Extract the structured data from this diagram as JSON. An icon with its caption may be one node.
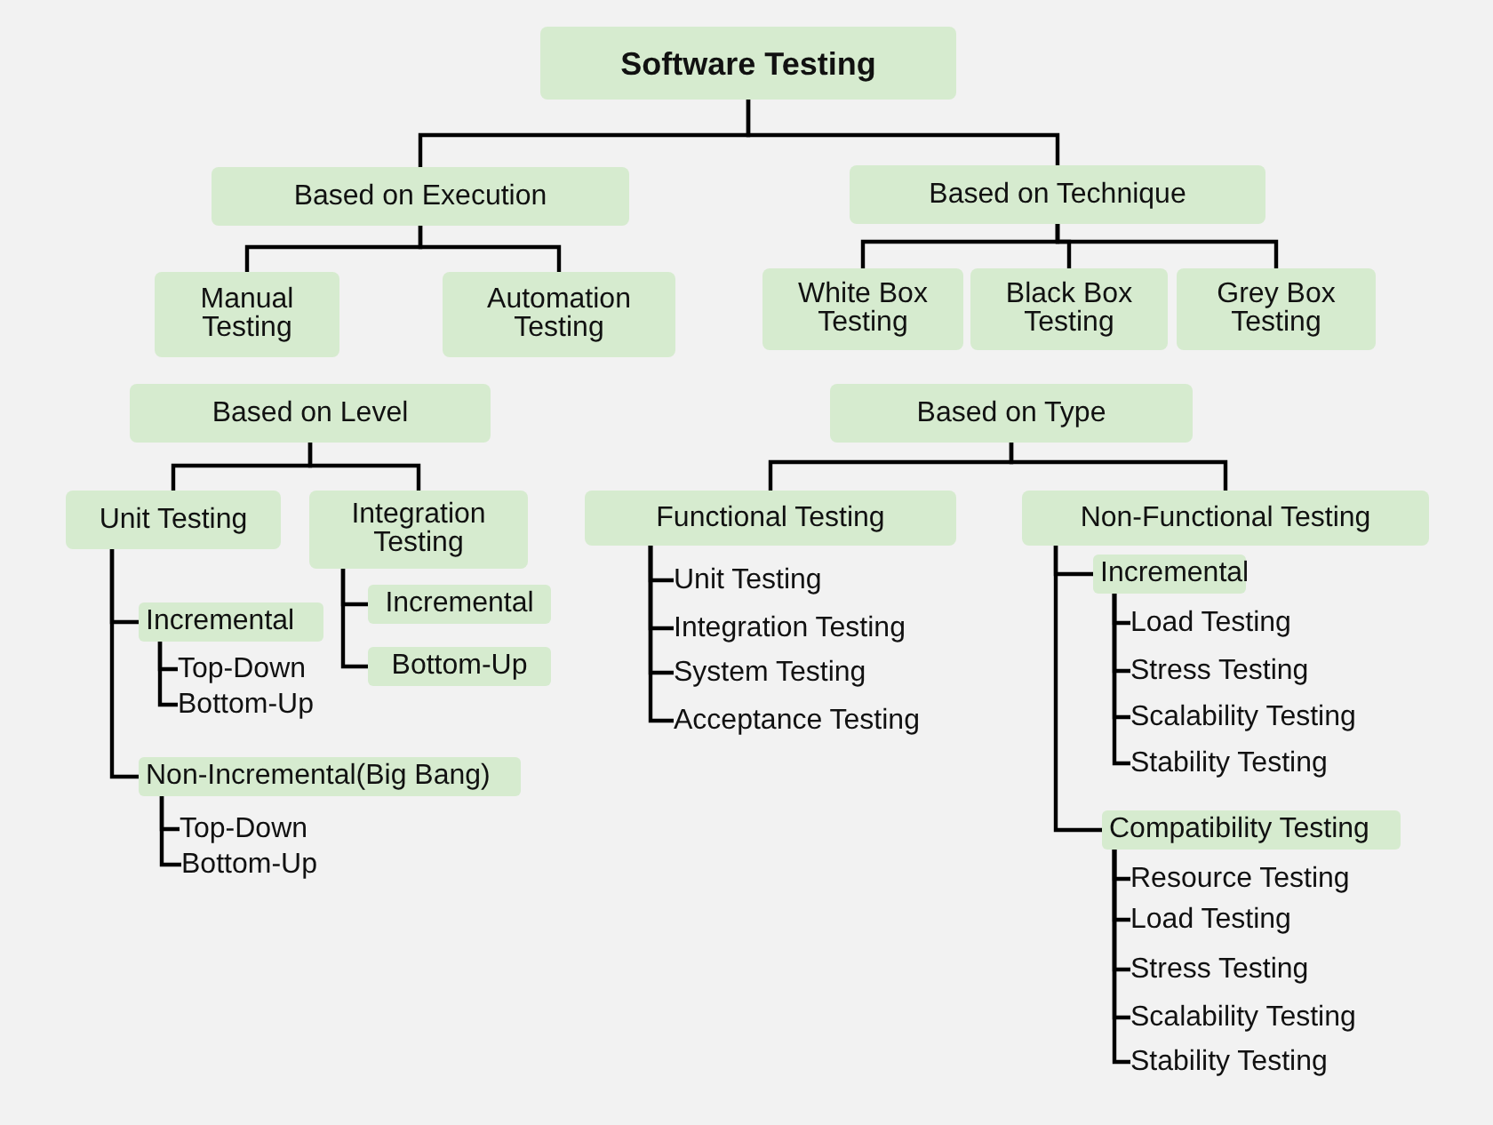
{
  "diagram": {
    "nodes": [
      {
        "text": [
          "Software Testing"
        ]
      },
      {
        "text": [
          "Based on Execution"
        ]
      },
      {
        "text": [
          "Based on Technique"
        ]
      },
      {
        "text": [
          "Manual Testing"
        ]
      },
      {
        "text": [
          "Automation Testing"
        ]
      },
      {
        "text": [
          "White Box Testing"
        ]
      },
      {
        "text": [
          "Black Box Testing"
        ]
      },
      {
        "text": [
          "Grey Box Testing"
        ]
      },
      {
        "text": [
          "Based on Level"
        ]
      },
      {
        "text": [
          "Based on Type"
        ]
      },
      {
        "text": [
          "Unit Testing"
        ]
      },
      {
        "text": [
          "Integration Testing"
        ]
      },
      {
        "text": [
          "Functional Testing"
        ]
      },
      {
        "text": [
          "Non-Functional Testing"
        ]
      },
      {
        "text": [
          "Incremental"
        ]
      },
      {
        "text": [
          "Top-Down"
        ]
      },
      {
        "text": [
          "Bottom-Up"
        ]
      },
      {
        "text": [
          "Non-Incremental(Big Bang)"
        ]
      },
      {
        "text": [
          "Top-Down"
        ]
      },
      {
        "text": [
          "Bottom-Up"
        ]
      },
      {
        "text": [
          "Incremental"
        ]
      },
      {
        "text": [
          "Bottom-Up"
        ]
      },
      {
        "text": [
          "Unit Testing"
        ]
      },
      {
        "text": [
          "Integration Testing"
        ]
      },
      {
        "text": [
          "System Testing"
        ]
      },
      {
        "text": [
          "Acceptance Testing"
        ]
      },
      {
        "text": [
          "Incremental"
        ]
      },
      {
        "text": [
          "Load Testing"
        ]
      },
      {
        "text": [
          "Stress Testing"
        ]
      },
      {
        "text": [
          "Scalability Testing"
        ]
      },
      {
        "text": [
          "Stability Testing"
        ]
      },
      {
        "text": [
          "Compatibility Testing"
        ]
      },
      {
        "text": [
          "Resource Testing"
        ]
      },
      {
        "text": [
          "Load Testing"
        ]
      },
      {
        "text": [
          "Stress Testing"
        ]
      },
      {
        "text": [
          "Scalability Testing"
        ]
      },
      {
        "text": [
          "Stability Testing"
        ]
      }
    ],
    "edges": [
      {
        "from": 0,
        "to": 1,
        "arrow": "none"
      },
      {
        "from": 0,
        "to": 2,
        "arrow": "none"
      },
      {
        "from": 1,
        "to": 3,
        "arrow": "none"
      },
      {
        "from": 1,
        "to": 4,
        "arrow": "none"
      },
      {
        "from": 2,
        "to": 5,
        "arrow": "none"
      },
      {
        "from": 2,
        "to": 6,
        "arrow": "none"
      },
      {
        "from": 2,
        "to": 7,
        "arrow": "none"
      },
      {
        "from": 8,
        "to": 10,
        "arrow": "none"
      },
      {
        "from": 8,
        "to": 11,
        "arrow": "none"
      },
      {
        "from": 9,
        "to": 12,
        "arrow": "none"
      },
      {
        "from": 9,
        "to": 13,
        "arrow": "none"
      },
      {
        "from": 10,
        "to": 14,
        "arrow": "none"
      },
      {
        "from": 10,
        "to": 17,
        "arrow": "none"
      },
      {
        "from": 14,
        "to": 15,
        "arrow": "none"
      },
      {
        "from": 14,
        "to": 16,
        "arrow": "none"
      },
      {
        "from": 17,
        "to": 18,
        "arrow": "none"
      },
      {
        "from": 17,
        "to": 19,
        "arrow": "none"
      },
      {
        "from": 11,
        "to": 20,
        "arrow": "none"
      },
      {
        "from": 11,
        "to": 21,
        "arrow": "none"
      },
      {
        "from": 12,
        "to": 22,
        "arrow": "none"
      },
      {
        "from": 12,
        "to": 23,
        "arrow": "none"
      },
      {
        "from": 12,
        "to": 24,
        "arrow": "none"
      },
      {
        "from": 12,
        "to": 25,
        "arrow": "none"
      },
      {
        "from": 13,
        "to": 26,
        "arrow": "none"
      },
      {
        "from": 13,
        "to": 31,
        "arrow": "none"
      },
      {
        "from": 26,
        "to": 27,
        "arrow": "none"
      },
      {
        "from": 26,
        "to": 28,
        "arrow": "none"
      },
      {
        "from": 26,
        "to": 29,
        "arrow": "none"
      },
      {
        "from": 26,
        "to": 30,
        "arrow": "none"
      },
      {
        "from": 31,
        "to": 32,
        "arrow": "none"
      },
      {
        "from": 31,
        "to": 33,
        "arrow": "none"
      },
      {
        "from": 31,
        "to": 34,
        "arrow": "none"
      },
      {
        "from": 31,
        "to": 35,
        "arrow": "none"
      },
      {
        "from": 31,
        "to": 36,
        "arrow": "none"
      }
    ]
  }
}
